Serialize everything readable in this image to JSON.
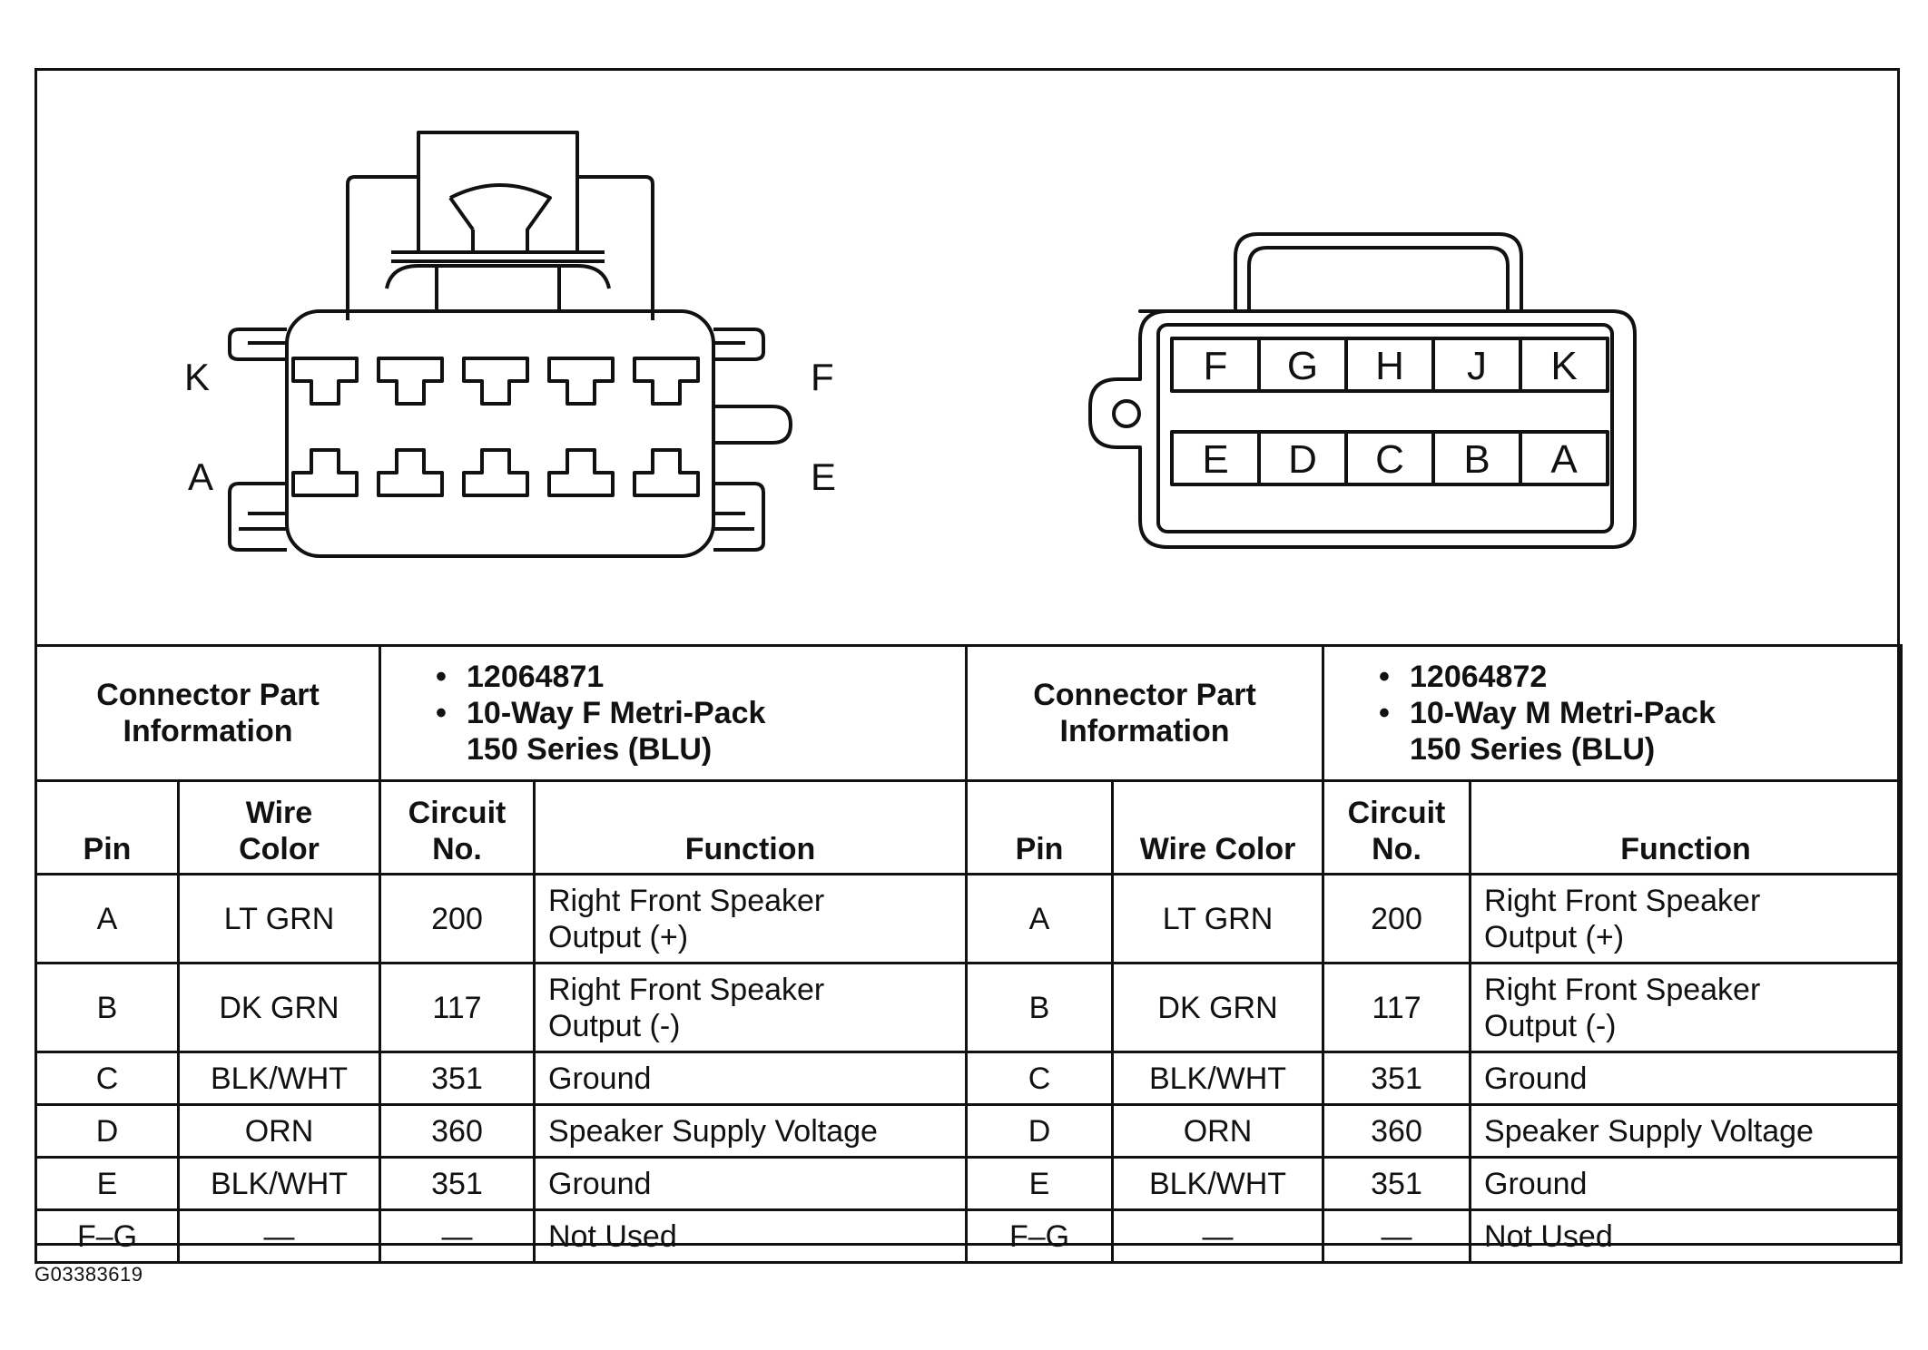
{
  "left_connector": {
    "side_labels": {
      "top_left": "K",
      "bottom_left": "A",
      "top_right": "F",
      "bottom_right": "E"
    }
  },
  "right_connector": {
    "top_row": [
      "F",
      "G",
      "H",
      "J",
      "K"
    ],
    "bottom_row": [
      "E",
      "D",
      "C",
      "B",
      "A"
    ]
  },
  "table": {
    "left": {
      "info_label_1": "Connector Part",
      "info_label_2": "Information",
      "part_number": "12064871",
      "description_1": "10-Way F Metri-Pack",
      "description_2": "150 Series (BLU)"
    },
    "right": {
      "info_label_1": "Connector Part",
      "info_label_2": "Information",
      "part_number": "12064872",
      "description_1": "10-Way M Metri-Pack",
      "description_2": "150 Series (BLU)"
    },
    "bullet": "•",
    "headers": {
      "pin": "Pin",
      "wire_color_1": "Wire",
      "wire_color_2": "Color",
      "wire_color_single": "Wire Color",
      "circuit_1": "Circuit",
      "circuit_2": "No.",
      "function": "Function"
    },
    "rows": [
      {
        "pin": "A",
        "color": "LT GRN",
        "circuit": "200",
        "function_1": "Right Front Speaker",
        "function_2": "Output (+)"
      },
      {
        "pin": "B",
        "color": "DK GRN",
        "circuit": "117",
        "function_1": "Right Front Speaker",
        "function_2": "Output (-)"
      },
      {
        "pin": "C",
        "color": "BLK/WHT",
        "circuit": "351",
        "function_1": "Ground",
        "function_2": ""
      },
      {
        "pin": "D",
        "color": "ORN",
        "circuit": "360",
        "function_1": "Speaker Supply Voltage",
        "function_2": ""
      },
      {
        "pin": "E",
        "color": "BLK/WHT",
        "circuit": "351",
        "function_1": "Ground",
        "function_2": ""
      },
      {
        "pin": "F–G",
        "color": "—",
        "circuit": "—",
        "function_1": "Not Used",
        "function_2": ""
      }
    ]
  },
  "figure_id": "G03383619"
}
